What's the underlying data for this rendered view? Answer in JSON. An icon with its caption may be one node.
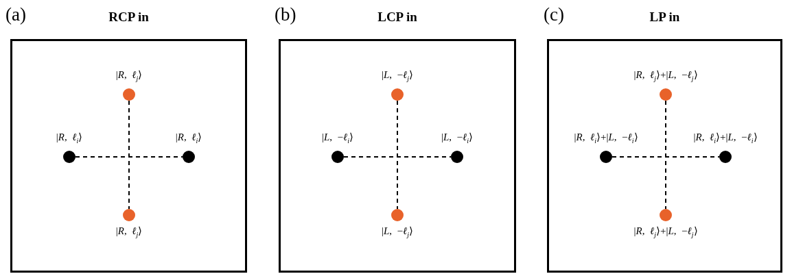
{
  "diagram": {
    "nodes": [
      {
        "text": [
          "RCP in"
        ]
      },
      {
        "text": [],
        "shape": "circle",
        "in": 0,
        "beside": [
          "|*R*,  *ℓ*$_{j}$⟩"
        ]
      },
      {
        "text": [],
        "shape": "circle",
        "in": 0,
        "beside": [
          "|*R*,  *ℓ*$_{i}$⟩"
        ]
      },
      {
        "text": [],
        "shape": "circle",
        "in": 0,
        "beside": [
          "|*R*,  *ℓ*$_{i}$⟩"
        ]
      },
      {
        "text": [],
        "shape": "circle",
        "in": 0,
        "beside": [
          "|*R*,  *ℓ*$_{j}$⟩"
        ]
      },
      {
        "text": [
          "LCP in"
        ]
      },
      {
        "text": [],
        "shape": "circle",
        "in": 5,
        "beside": [
          "|*L*,  −*ℓ*$_{j}$⟩"
        ]
      },
      {
        "text": [],
        "shape": "circle",
        "in": 5,
        "beside": [
          "|*L*,  −*ℓ*$_{i}$⟩"
        ]
      },
      {
        "text": [],
        "shape": "circle",
        "in": 5,
        "beside": [
          "|*L*,  −*ℓ*$_{i}$⟩"
        ]
      },
      {
        "text": [],
        "shape": "circle",
        "in": 5,
        "beside": [
          "|*L*,  −*ℓ*$_{j}$⟩"
        ]
      },
      {
        "text": [
          "LP in"
        ]
      },
      {
        "text": [],
        "shape": "circle",
        "in": 10,
        "beside": [
          "|*R*,  *ℓ*$_{j}$⟩+|*L*,  −*ℓ*$_{j}$⟩"
        ]
      },
      {
        "text": [],
        "shape": "circle",
        "in": 10,
        "beside": [
          "|*R*,  *ℓ*$_{i}$⟩+|*L*,  −*ℓ*$_{i}$⟩"
        ]
      },
      {
        "text": [],
        "shape": "circle",
        "in": 10,
        "beside": [
          "|*R*,  *ℓ*$_{i}$⟩+|*L*,  −*ℓ*$_{i}$⟩"
        ]
      },
      {
        "text": [],
        "shape": "circle",
        "in": 10,
        "beside": [
          "|*R*,  *ℓ*$_{j}$⟩+|*L*,  −*ℓ*$_{j}$⟩"
        ]
      }
    ],
    "edges": [
      {
        "from": 2,
        "to": 3,
        "arrow": "none",
        "style": "dashed"
      },
      {
        "from": 1,
        "to": 4,
        "arrow": "none",
        "style": "dashed"
      },
      {
        "from": 7,
        "to": 8,
        "arrow": "none",
        "style": "dashed"
      },
      {
        "from": 6,
        "to": 9,
        "arrow": "none",
        "style": "dashed"
      },
      {
        "from": 12,
        "to": 13,
        "arrow": "none",
        "style": "dashed"
      },
      {
        "from": 11,
        "to": 14,
        "arrow": "none",
        "style": "dashed"
      }
    ],
    "labels": [
      "(a)",
      "(b)",
      "(c)"
    ]
  }
}
